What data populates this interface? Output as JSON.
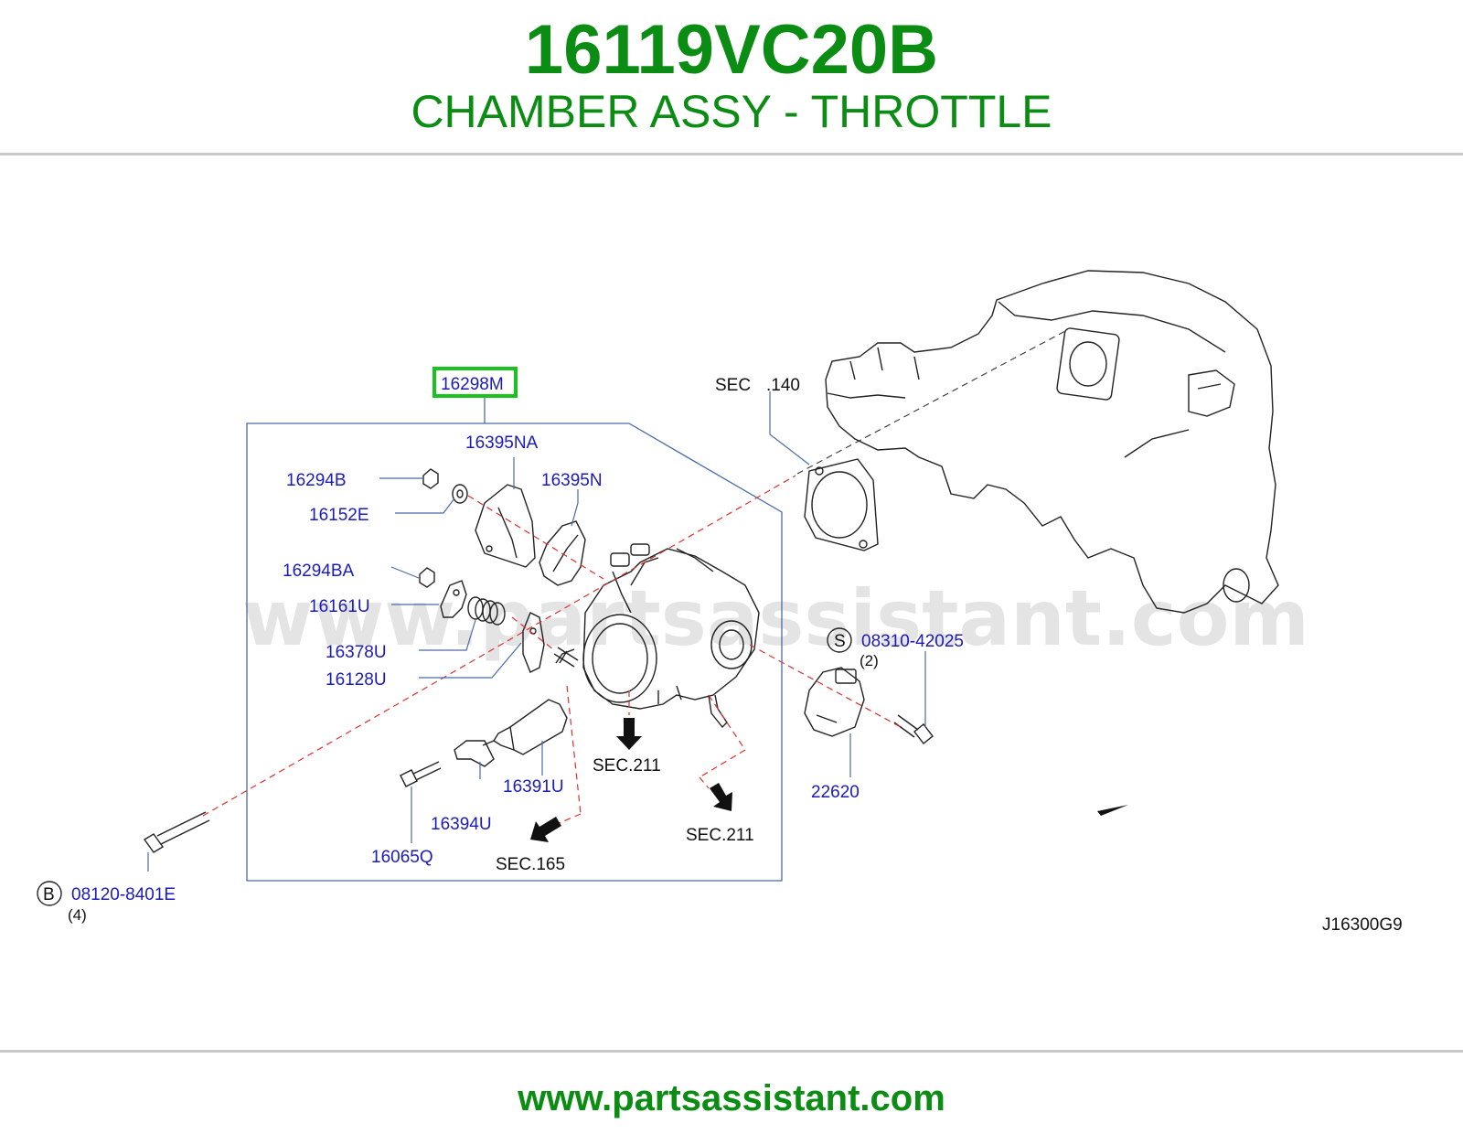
{
  "header": {
    "part_number": "16119VC20B",
    "part_name": "CHAMBER ASSY - THROTTLE"
  },
  "footer": {
    "url": "www.partsassistant.com"
  },
  "watermark": "www.partsassistant.com",
  "colors": {
    "brand_green": "#0b8c12",
    "label_blue": "#1b1bb8",
    "highlight": "#19c21f",
    "leader_red": "#e03030"
  },
  "diagram": {
    "highlighted_part": "16298M",
    "labels": {
      "l16395NA": "16395NA",
      "l16294B": "16294B",
      "l16395N": "16395N",
      "l16152E": "16152E",
      "l16294BA": "16294BA",
      "l16161U": "16161U",
      "l16378U": "16378U",
      "l16128U": "16128U",
      "l16391U": "16391U",
      "l16394U": "16394U",
      "l16065Q": "16065Q",
      "l22620": "22620",
      "l08310": "08310-42025",
      "l08310_qty": "(2)",
      "l08120": "08120-8401E",
      "l08120_qty": "(4)",
      "sec140_a": "SEC",
      "sec140_b": ".140",
      "sec211_a": "SEC.211",
      "sec211_b": "SEC.211",
      "sec165": "SEC.165",
      "ref_code": "J16300G9",
      "badge_s": "S",
      "badge_b": "B"
    }
  }
}
